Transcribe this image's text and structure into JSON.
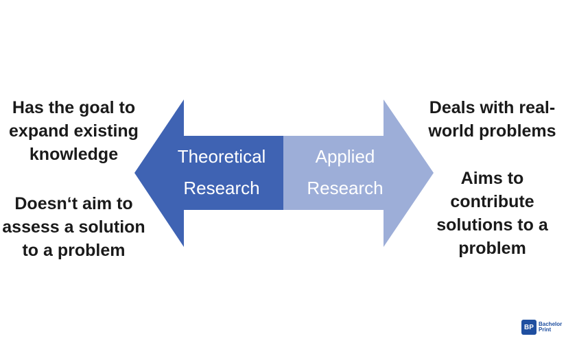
{
  "left_column": {
    "block1": [
      "Has the goal to",
      "expand existing",
      "knowledge"
    ],
    "block2": [
      "Doesn‘t aim to",
      "assess a solution",
      "to a problem"
    ]
  },
  "right_column": {
    "block1": [
      "Deals with real-",
      "world problems"
    ],
    "block2": [
      "Aims to",
      "contribute",
      "solutions to a",
      "problem"
    ]
  },
  "arrow": {
    "left_label": [
      "Theoretical",
      "Research"
    ],
    "right_label": [
      "Applied",
      "Research"
    ],
    "left_color": "#3f63b3",
    "right_color": "#9daed8"
  },
  "logo": {
    "text_line1": "Bachelor",
    "text_line2": "Print",
    "mark": "BP"
  }
}
